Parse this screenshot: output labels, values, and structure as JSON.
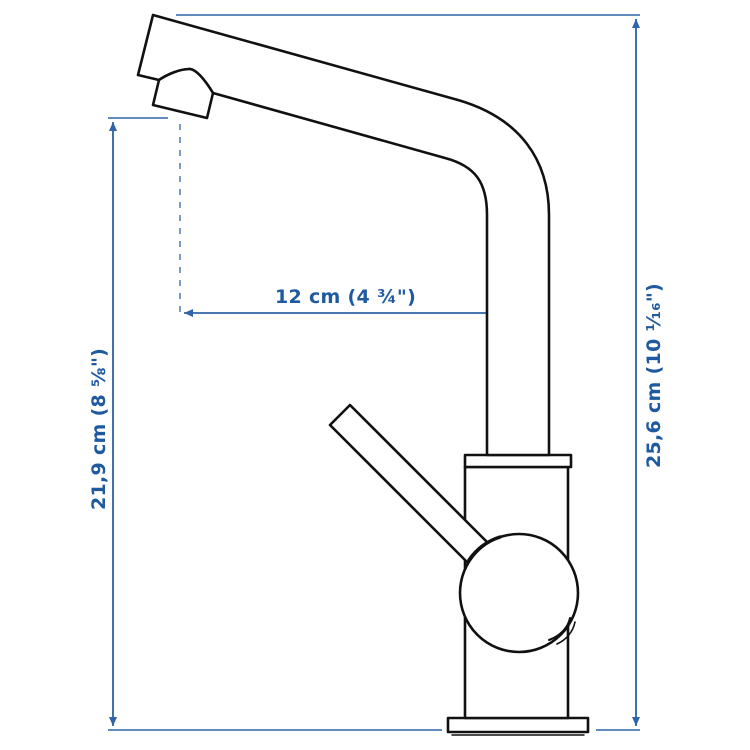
{
  "diagram": {
    "subject": "faucet-side-view-dimensions",
    "line_color": "#111111",
    "dimension_color": "#2f64a8",
    "label_color": "#1f5aa0"
  },
  "dimensions": {
    "spout_reach": {
      "label": "12 cm (4 ¾\")",
      "orientation": "horizontal"
    },
    "spout_height": {
      "label": "21,9 cm (8 ⅝\")",
      "orientation": "vertical"
    },
    "total_height": {
      "label": "25,6 cm (10 ¹⁄₁₆\")",
      "orientation": "vertical"
    }
  }
}
